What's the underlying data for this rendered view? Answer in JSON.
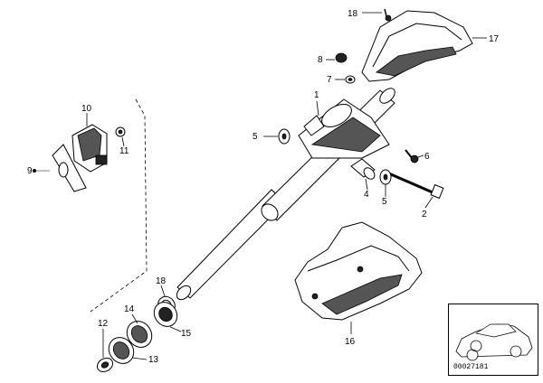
{
  "callouts": {
    "c1": "1",
    "c2": "2",
    "c4": "4",
    "c5a": "5",
    "c5b": "5",
    "c6": "6",
    "c7": "7",
    "c8": "8",
    "c9": "9",
    "c10": "10",
    "c11": "11",
    "c12": "12",
    "c13": "13",
    "c14": "14",
    "c15": "15",
    "c16": "16",
    "c18a": "18",
    "c18b": "18",
    "c17": "17"
  },
  "thumbnail": {
    "code": "00027181"
  }
}
